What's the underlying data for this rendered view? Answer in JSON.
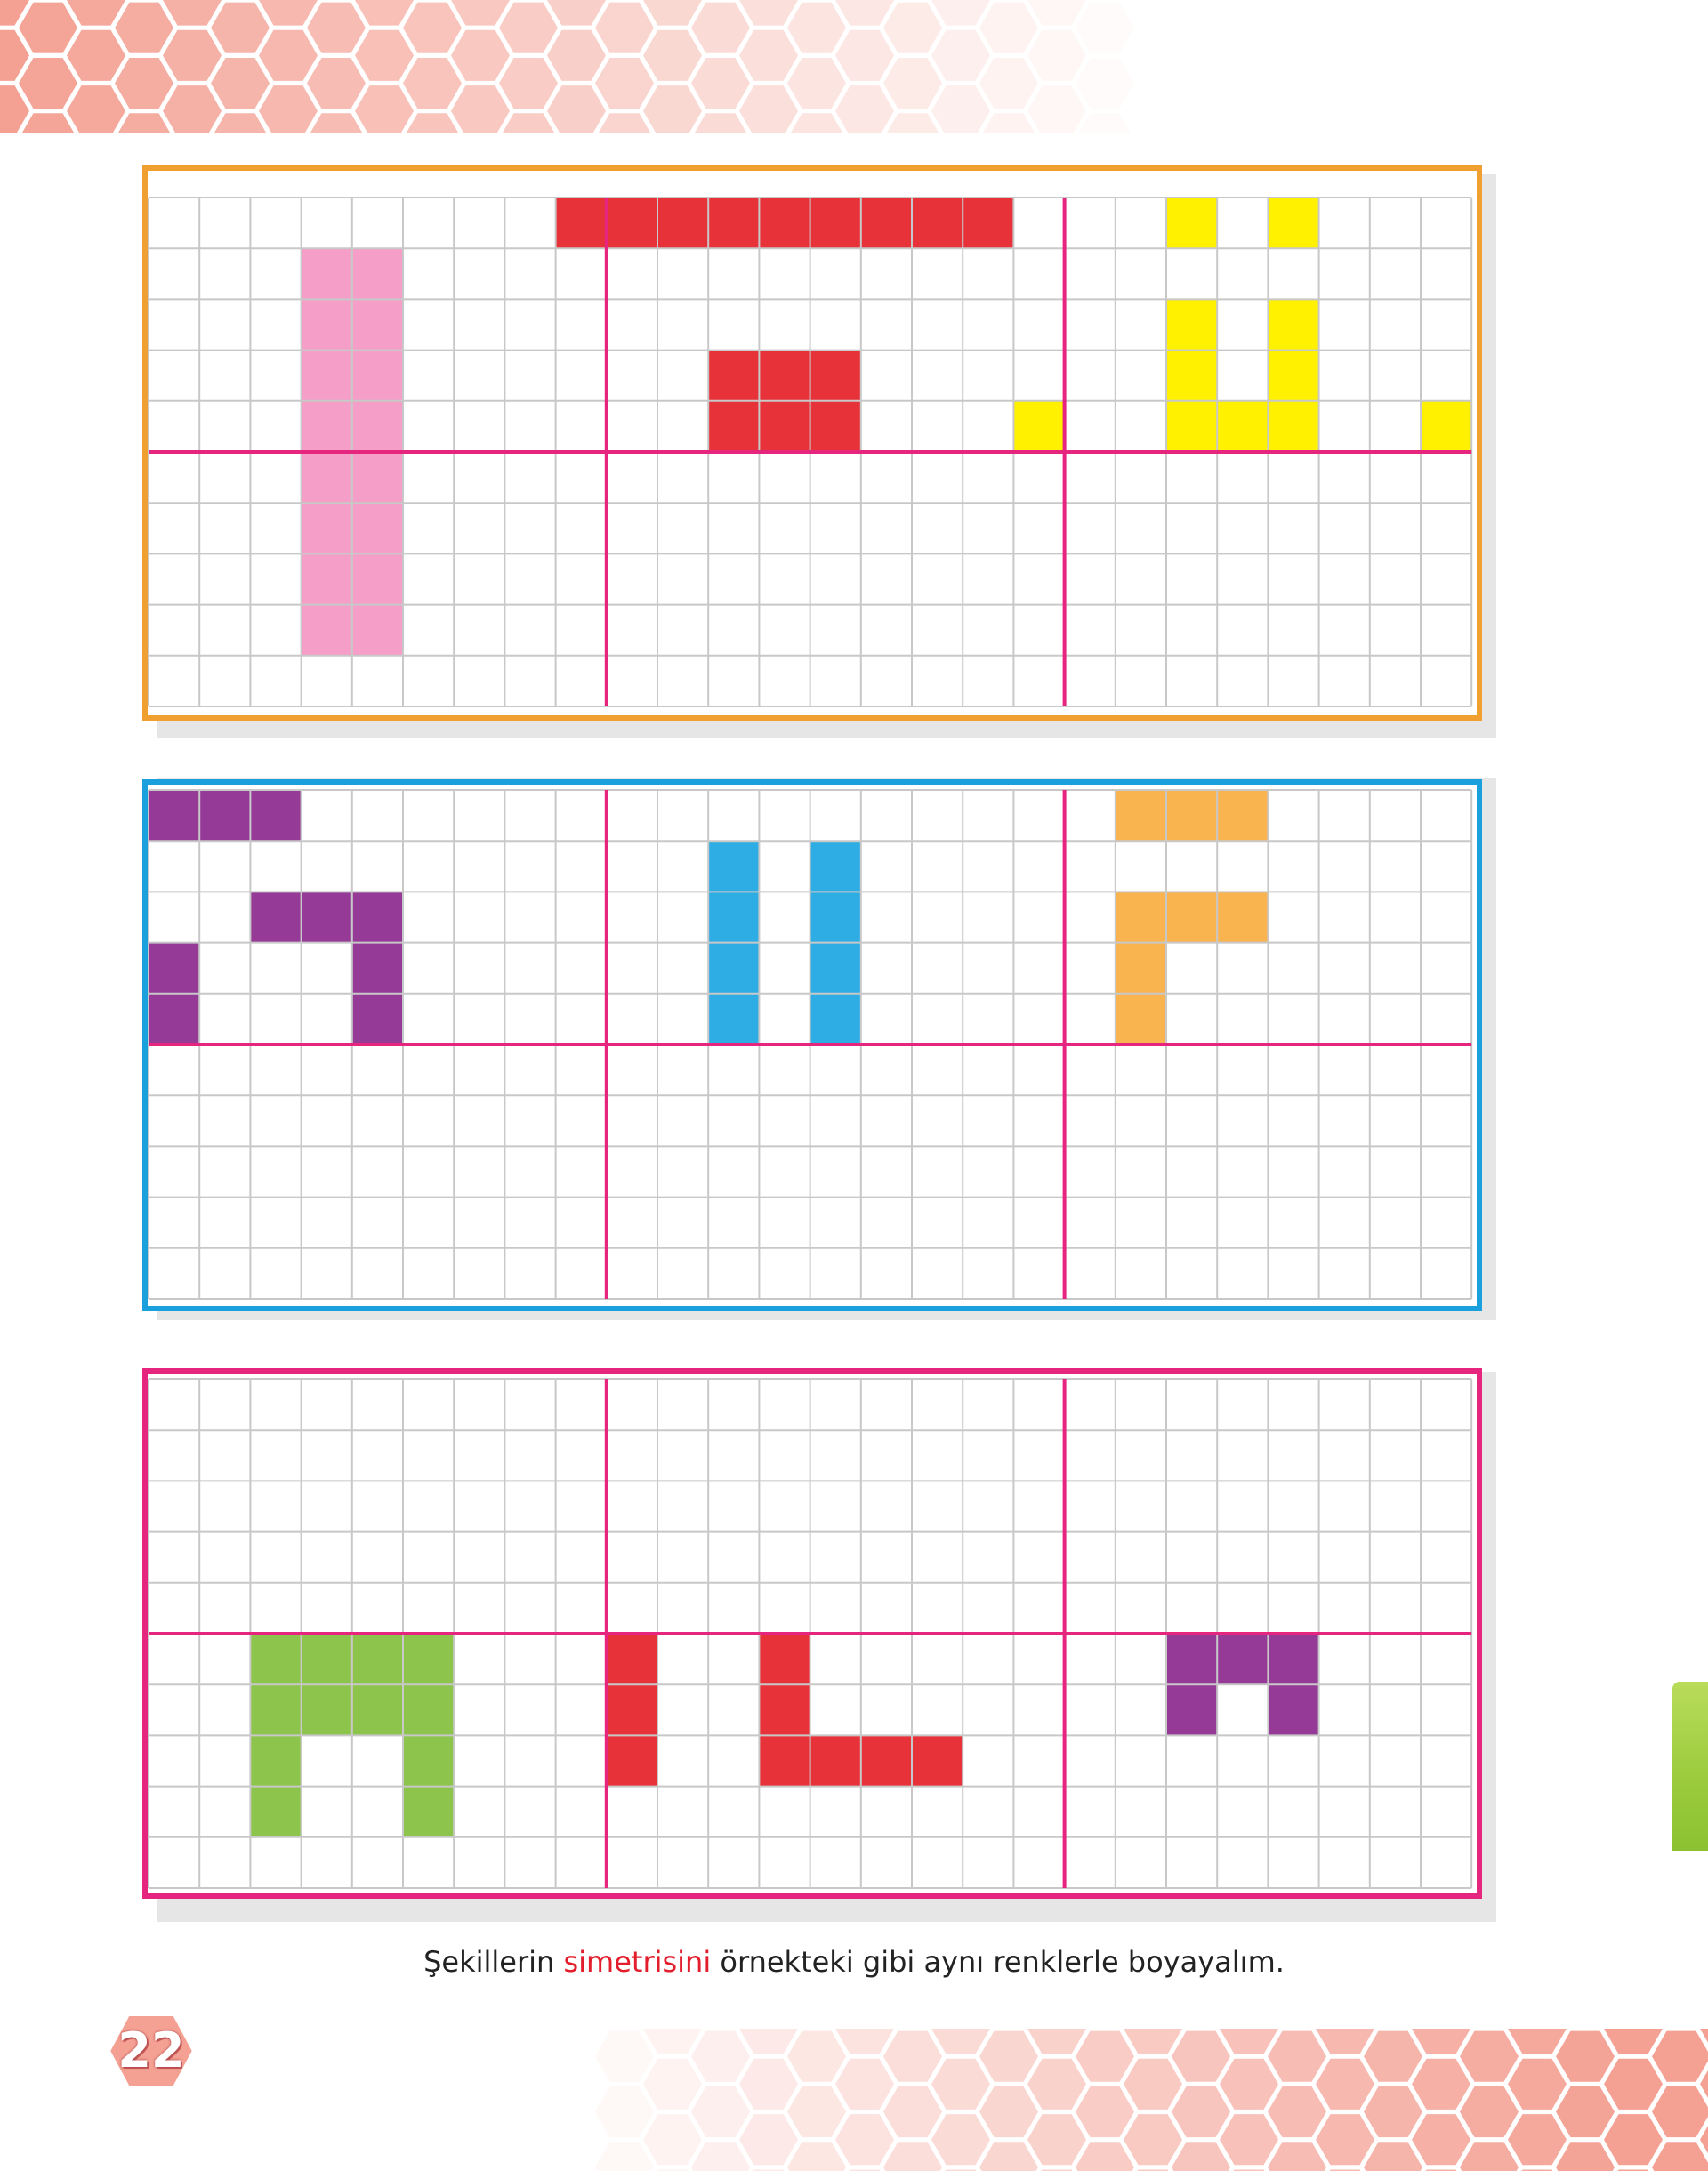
{
  "instruction": {
    "before": "Şekillerin ",
    "highlight": "simetrisini",
    "after": " örnekteki gibi aynı renklerle boyayalım."
  },
  "page_number": "22",
  "colors": {
    "grid_line": "#c8c8c8",
    "axis_line": "#e6257f",
    "hex": "#f4a194",
    "side_tab": "#9acb3c"
  },
  "grid": {
    "columns": 26,
    "rows": 10,
    "divider_after_columns": [
      8,
      17
    ],
    "axis_after_row": 5
  },
  "panels": [
    {
      "name": "panel-orange",
      "border_color": "#f0a030",
      "shapes": [
        {
          "name": "pink-bar",
          "color": "#f59ec7",
          "cells": [
            [
              3,
              1
            ],
            [
              4,
              1
            ],
            [
              3,
              2
            ],
            [
              4,
              2
            ],
            [
              3,
              3
            ],
            [
              4,
              3
            ],
            [
              3,
              4
            ],
            [
              4,
              4
            ],
            [
              3,
              5
            ],
            [
              4,
              5
            ],
            [
              3,
              6
            ],
            [
              4,
              6
            ],
            [
              3,
              7
            ],
            [
              4,
              7
            ],
            [
              3,
              8
            ],
            [
              4,
              8
            ]
          ]
        },
        {
          "name": "red-shape",
          "color": "#e8323a",
          "cells": [
            [
              8,
              0
            ],
            [
              9,
              0
            ],
            [
              10,
              0
            ],
            [
              11,
              0
            ],
            [
              12,
              0
            ],
            [
              13,
              0
            ],
            [
              14,
              0
            ],
            [
              15,
              0
            ],
            [
              16,
              0
            ],
            [
              11,
              3
            ],
            [
              12,
              3
            ],
            [
              13,
              3
            ],
            [
              11,
              4
            ],
            [
              12,
              4
            ],
            [
              13,
              4
            ]
          ]
        },
        {
          "name": "yellow-shape",
          "color": "#fff100",
          "cells": [
            [
              20,
              0
            ],
            [
              22,
              0
            ],
            [
              20,
              2
            ],
            [
              22,
              2
            ],
            [
              20,
              3
            ],
            [
              22,
              3
            ],
            [
              17,
              4
            ],
            [
              20,
              4
            ],
            [
              21,
              4
            ],
            [
              22,
              4
            ],
            [
              25,
              4
            ]
          ]
        }
      ]
    },
    {
      "name": "panel-blue",
      "border_color": "#1aa0dc",
      "shapes": [
        {
          "name": "purple-shape",
          "color": "#953a96",
          "cells": [
            [
              0,
              0
            ],
            [
              1,
              0
            ],
            [
              2,
              0
            ],
            [
              2,
              2
            ],
            [
              3,
              2
            ],
            [
              4,
              2
            ],
            [
              0,
              3
            ],
            [
              4,
              3
            ],
            [
              0,
              4
            ],
            [
              4,
              4
            ]
          ]
        },
        {
          "name": "blue-shape",
          "color": "#2eade4",
          "cells": [
            [
              11,
              1
            ],
            [
              13,
              1
            ],
            [
              11,
              2
            ],
            [
              13,
              2
            ],
            [
              11,
              3
            ],
            [
              13,
              3
            ],
            [
              11,
              4
            ],
            [
              13,
              4
            ]
          ]
        },
        {
          "name": "orange-shape",
          "color": "#f9b34f",
          "cells": [
            [
              19,
              0
            ],
            [
              20,
              0
            ],
            [
              21,
              0
            ],
            [
              19,
              2
            ],
            [
              20,
              2
            ],
            [
              21,
              2
            ],
            [
              19,
              3
            ],
            [
              19,
              4
            ]
          ]
        }
      ]
    },
    {
      "name": "panel-pink",
      "border_color": "#e6257f",
      "shapes": [
        {
          "name": "green-shape",
          "color": "#8dc44b",
          "cells": [
            [
              2,
              5
            ],
            [
              3,
              5
            ],
            [
              4,
              5
            ],
            [
              5,
              5
            ],
            [
              2,
              6
            ],
            [
              3,
              6
            ],
            [
              4,
              6
            ],
            [
              5,
              6
            ],
            [
              2,
              7
            ],
            [
              5,
              7
            ],
            [
              2,
              8
            ],
            [
              5,
              8
            ]
          ]
        },
        {
          "name": "red-shape",
          "color": "#e8323a",
          "cells": [
            [
              9,
              5
            ],
            [
              12,
              5
            ],
            [
              9,
              6
            ],
            [
              12,
              6
            ],
            [
              9,
              7
            ],
            [
              12,
              7
            ],
            [
              13,
              7
            ],
            [
              14,
              7
            ],
            [
              15,
              7
            ]
          ]
        },
        {
          "name": "purple-shape",
          "color": "#953a96",
          "cells": [
            [
              20,
              5
            ],
            [
              21,
              5
            ],
            [
              22,
              5
            ],
            [
              20,
              6
            ],
            [
              22,
              6
            ]
          ]
        }
      ]
    }
  ]
}
